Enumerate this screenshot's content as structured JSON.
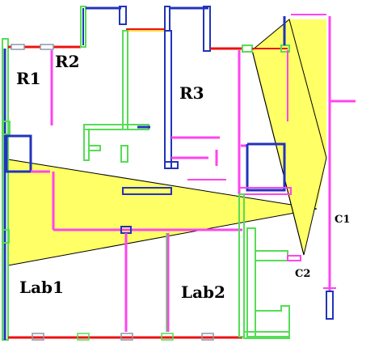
{
  "rooms": {
    "r1": "R1",
    "r2": "R2",
    "r3": "R3",
    "lab1": "Lab1",
    "lab2": "Lab2"
  },
  "cameras": {
    "c1": "C1",
    "c2": "C2"
  },
  "colors": {
    "fov_fill": "#ffff66",
    "wall_blue": "#2233bb",
    "wall_magenta": "#ff44ee",
    "wall_green": "#55dd55",
    "wall_red": "#ee1111",
    "wall_gray": "#8899aa",
    "label": "#000000"
  }
}
